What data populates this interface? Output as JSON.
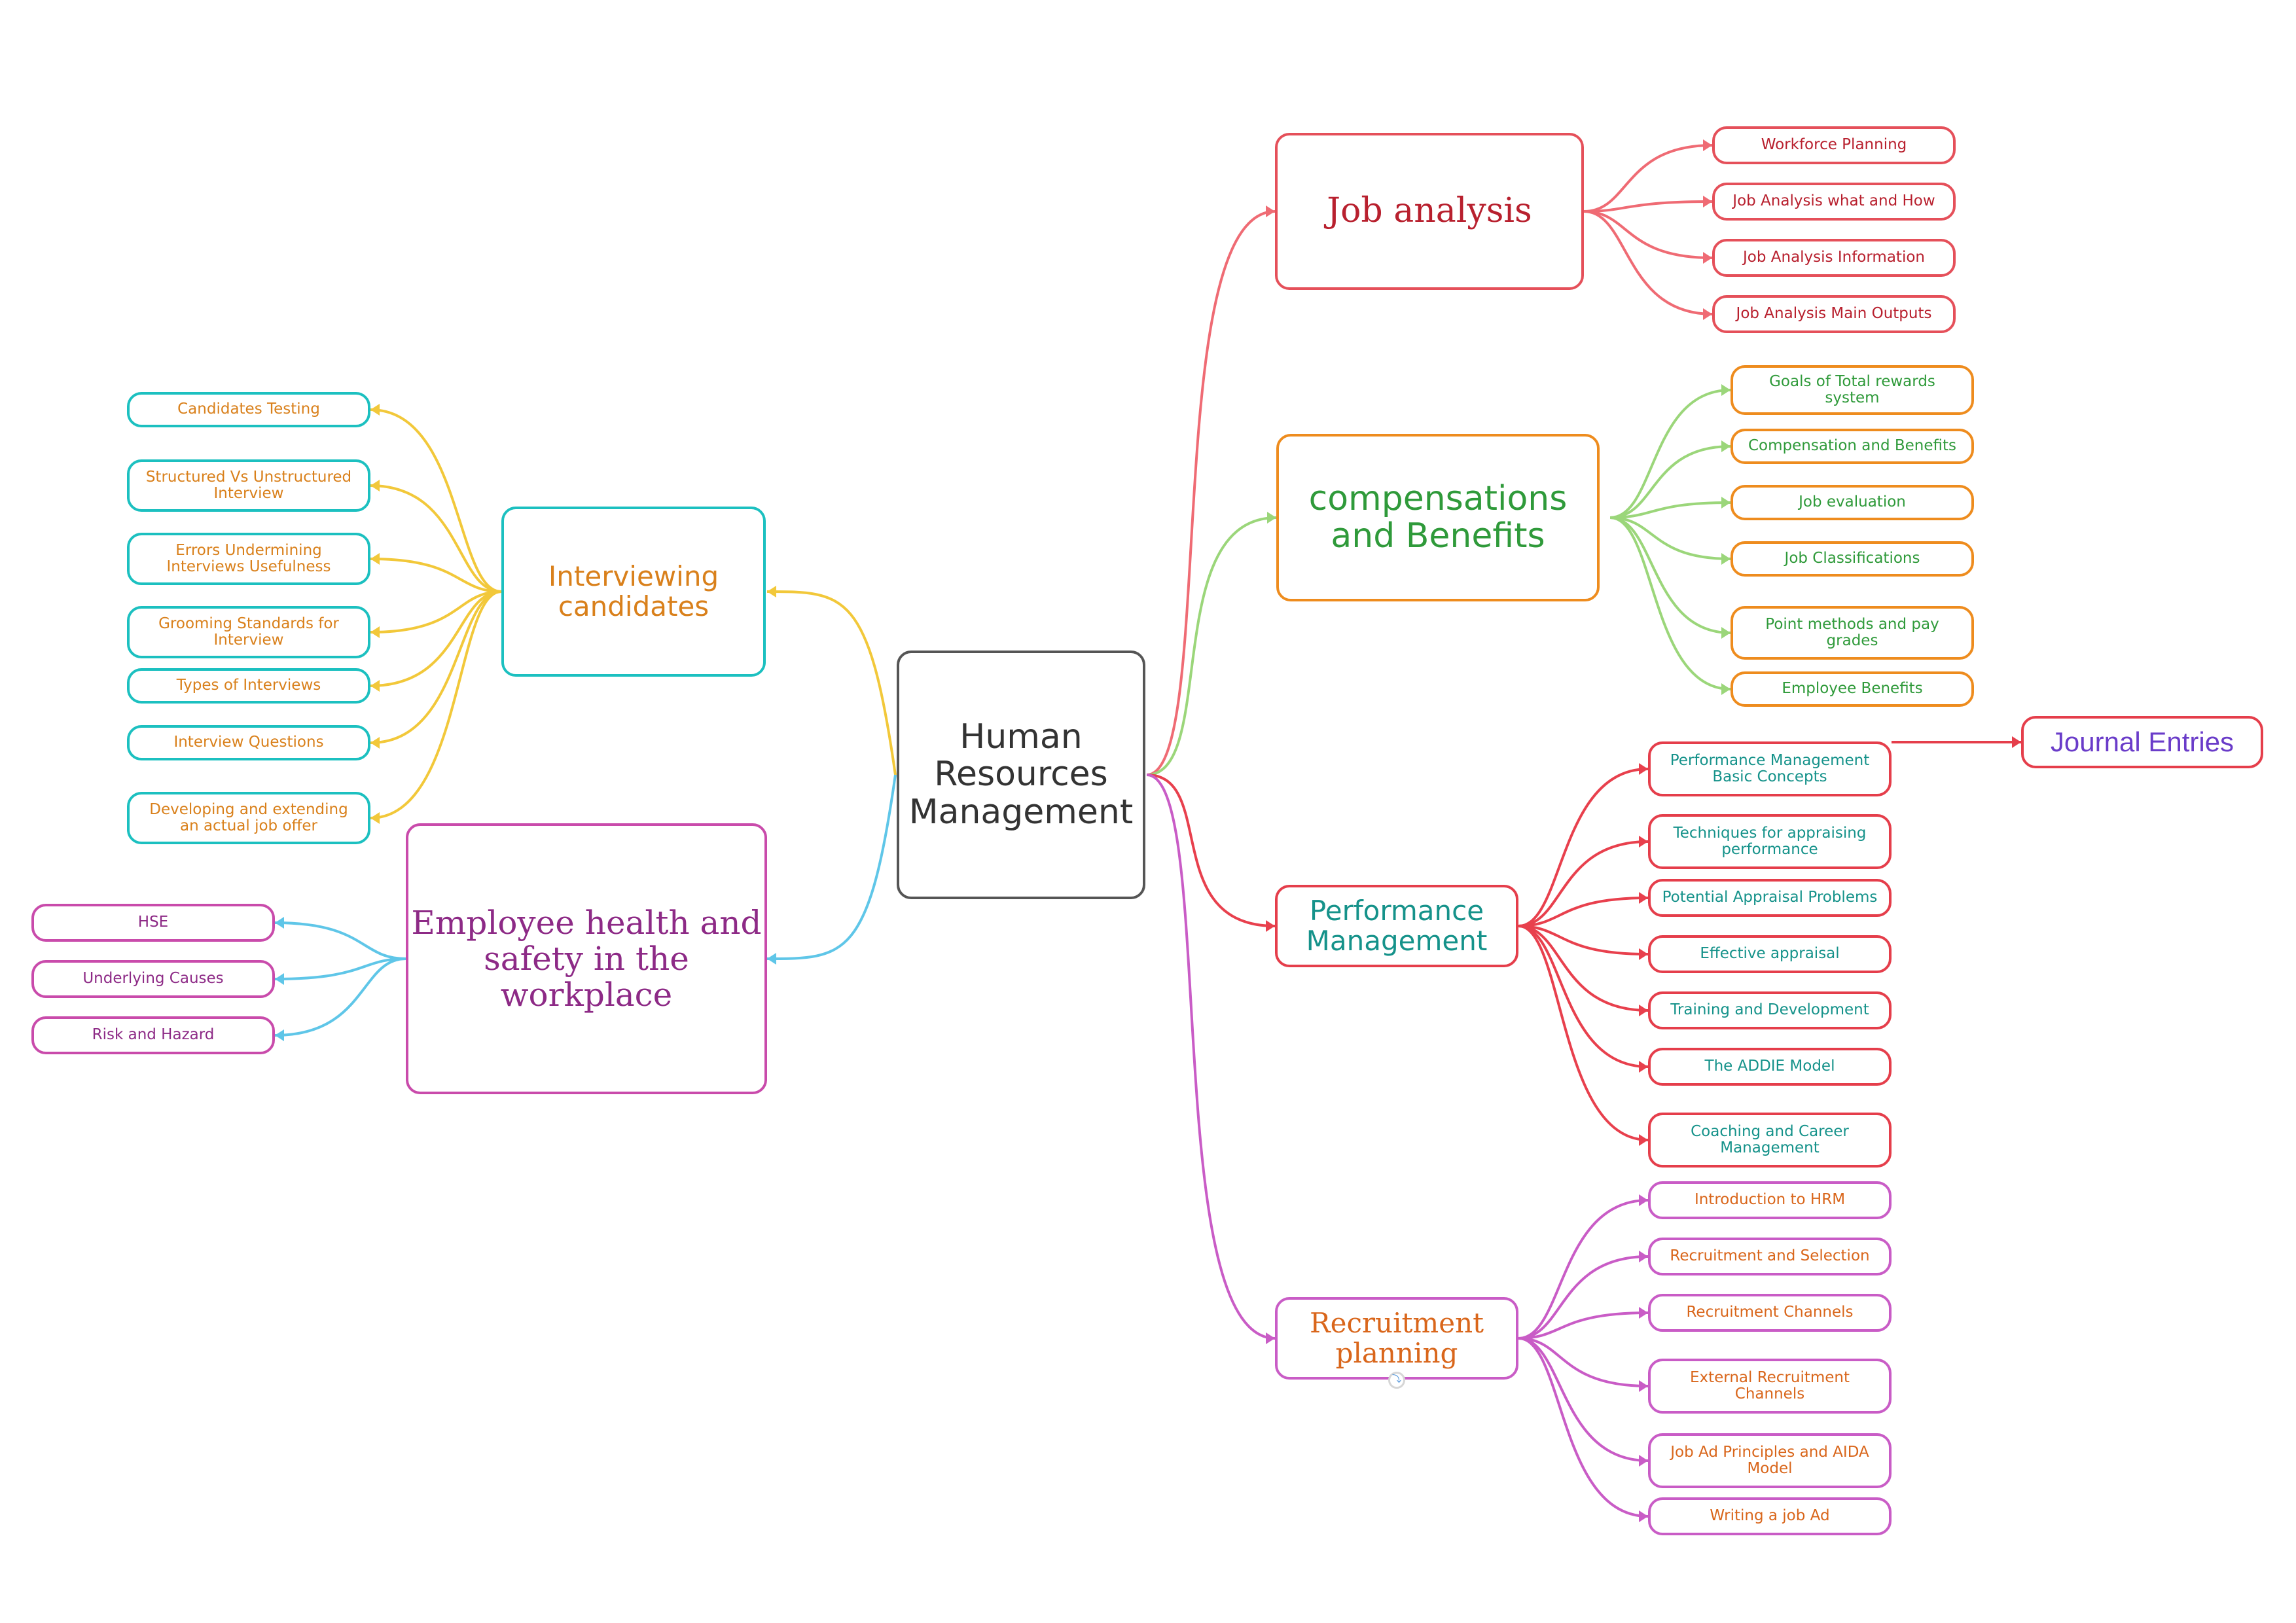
{
  "root": {
    "label": "Human\nResources\nManagement"
  },
  "branches": {
    "job_analysis": {
      "label": "Job analysis",
      "children": [
        "Workforce Planning",
        "Job Analysis what and How",
        "Job Analysis Information",
        "Job Analysis Main Outputs"
      ]
    },
    "compensation": {
      "label": "compensations\nand Benefits",
      "children": [
        "Goals of Total rewards\nsystem",
        "Compensation and Benefits",
        "Job evaluation",
        "Job Classifications",
        "Point methods and pay\ngrades",
        "Employee Benefits"
      ]
    },
    "performance": {
      "label": "Performance\nManagement",
      "children": [
        "Performance Management\nBasic Concepts",
        "Techniques for appraising\nperformance",
        "Potential Appraisal Problems",
        "Effective appraisal",
        "Training and Development",
        "The ADDIE Model",
        "Coaching and Career\nManagement"
      ],
      "extra": "Journal Entries"
    },
    "recruitment": {
      "label": "Recruitment\nplanning",
      "children": [
        "Introduction to HRM",
        "Recruitment and Selection",
        "Recruitment Channels",
        "External Recruitment\nChannels",
        "Job Ad Principles and AIDA\nModel",
        "Writing a job Ad"
      ]
    },
    "interviewing": {
      "label": "Interviewing\ncandidates",
      "children": [
        "Candidates Testing",
        "Structured Vs Unstructured\nInterview",
        "Errors Undermining\nInterviews Usefulness",
        "Grooming Standards for\nInterview",
        "Types of Interviews",
        "Interview Questions",
        "Developing and extending\nan actual job offer"
      ]
    },
    "health": {
      "label": "Employee health and\nsafety in the\nworkplace",
      "children": [
        "HSE",
        "Underlying Causes",
        "Risk and Hazard"
      ]
    }
  },
  "colors": {
    "root_border": "#555555",
    "job_analysis": {
      "border": "#e5505a",
      "text": "#b8202e",
      "line": "#ef6b74"
    },
    "compensation": {
      "border": "#ee8c1e",
      "text": "#2f9a3a",
      "line": "#9bd67a"
    },
    "performance": {
      "border": "#e53e4b",
      "text": "#15928a",
      "line": "#e8404d"
    },
    "recruitment": {
      "border": "#c95cc6",
      "text": "#d9661b",
      "line": "#c95cc6"
    },
    "interviewing": {
      "border": "#1cc0c0",
      "text": "#d9801b",
      "line": "#f2c83a"
    },
    "health": {
      "border": "#c94bab",
      "text": "#8d2a86",
      "line": "#5fc6e8"
    },
    "journal": {
      "border": "#e53e4b",
      "text": "#6a3cc9"
    }
  }
}
